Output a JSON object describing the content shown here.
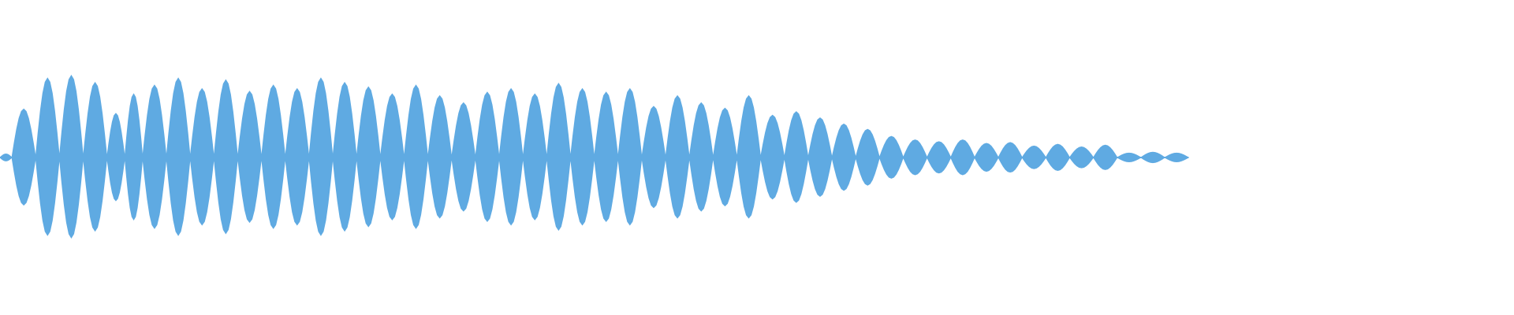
{
  "waveform": {
    "color": "#5faae2",
    "background": "#ffffff",
    "duration_fraction": 0.785,
    "lobes": [
      [
        0.01,
        0.04
      ],
      [
        0.03,
        0.55
      ],
      [
        0.05,
        0.9
      ],
      [
        0.07,
        0.93
      ],
      [
        0.09,
        0.85
      ],
      [
        0.105,
        0.5
      ],
      [
        0.12,
        0.72
      ],
      [
        0.14,
        0.82
      ],
      [
        0.16,
        0.9
      ],
      [
        0.18,
        0.78
      ],
      [
        0.2,
        0.88
      ],
      [
        0.22,
        0.75
      ],
      [
        0.24,
        0.82
      ],
      [
        0.26,
        0.78
      ],
      [
        0.28,
        0.9
      ],
      [
        0.3,
        0.85
      ],
      [
        0.32,
        0.8
      ],
      [
        0.34,
        0.72
      ],
      [
        0.36,
        0.82
      ],
      [
        0.38,
        0.7
      ],
      [
        0.4,
        0.62
      ],
      [
        0.42,
        0.74
      ],
      [
        0.44,
        0.78
      ],
      [
        0.46,
        0.72
      ],
      [
        0.48,
        0.84
      ],
      [
        0.5,
        0.78
      ],
      [
        0.52,
        0.74
      ],
      [
        0.54,
        0.78
      ],
      [
        0.56,
        0.58
      ],
      [
        0.58,
        0.7
      ],
      [
        0.6,
        0.62
      ],
      [
        0.62,
        0.56
      ],
      [
        0.64,
        0.7
      ],
      [
        0.66,
        0.48
      ],
      [
        0.68,
        0.52
      ],
      [
        0.7,
        0.45
      ],
      [
        0.72,
        0.38
      ],
      [
        0.74,
        0.32
      ],
      [
        0.76,
        0.24
      ],
      [
        0.78,
        0.2
      ],
      [
        0.8,
        0.18
      ],
      [
        0.82,
        0.2
      ],
      [
        0.84,
        0.16
      ],
      [
        0.86,
        0.17
      ],
      [
        0.88,
        0.13
      ],
      [
        0.9,
        0.15
      ],
      [
        0.92,
        0.12
      ],
      [
        0.94,
        0.14
      ],
      [
        0.96,
        0.05
      ],
      [
        0.98,
        0.06
      ],
      [
        1.0,
        0.05
      ]
    ]
  }
}
